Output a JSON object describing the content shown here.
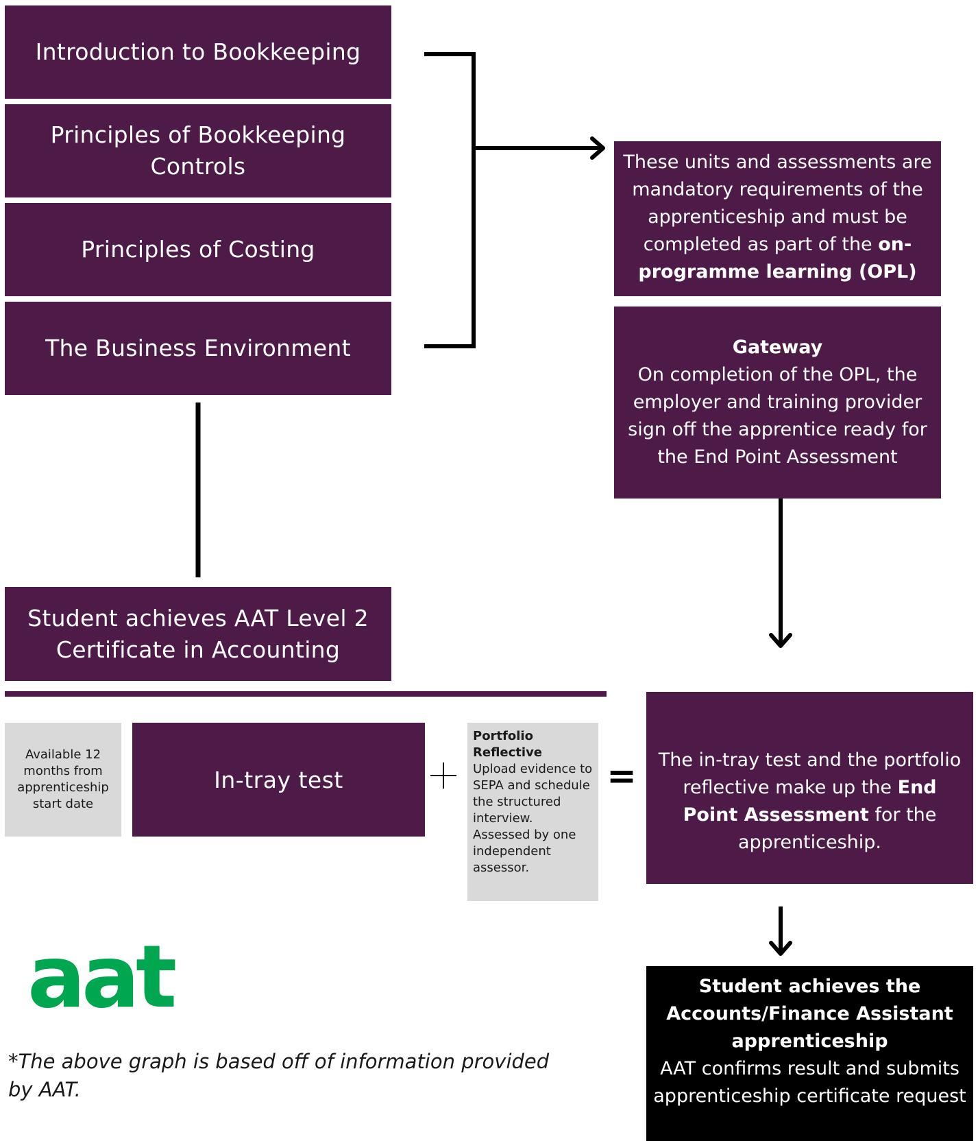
{
  "units": [
    "Introduction to Bookkeeping",
    "Principles of Bookkeeping Controls",
    "Principles of Costing",
    "The Business Environment"
  ],
  "opl_box": {
    "text_before": "These units and assessments are mandatory requirements of the apprenticeship and must be completed as part of the ",
    "text_bold": "on-programme learning (OPL)"
  },
  "gateway_box": {
    "title": "Gateway",
    "text": "On completion of the OPL, the employer and training provider sign off the apprentice ready for the End Point Assessment"
  },
  "level2_box": "Student achieves AAT Level 2 Certificate in Accounting",
  "availability_note": "Available 12 months from apprenticeship start date",
  "intray_box": "In-tray test",
  "plus_symbol": "+",
  "equals_symbol": "=",
  "portfolio": {
    "title": "Portfolio Reflective",
    "text": "Upload evidence to SEPA and schedule the structured interview. Assessed by one independent assessor."
  },
  "epa_box": {
    "text_before": "The in-tray test and the portfolio reflective make up the ",
    "text_bold": "End Point Assessment",
    "text_after": " for the apprenticeship."
  },
  "final_box": {
    "title": "Student achieves the Accounts/Finance Assistant apprenticeship",
    "text": "AAT confirms result and submits apprenticeship certificate request"
  },
  "logo_text": "aat",
  "footnote": "*The above graph is based off of information provided by AAT.",
  "colors": {
    "purple": "#4e1a47",
    "grey": "#d9d9d9",
    "black": "#000000",
    "logo_green": "#00a650"
  }
}
